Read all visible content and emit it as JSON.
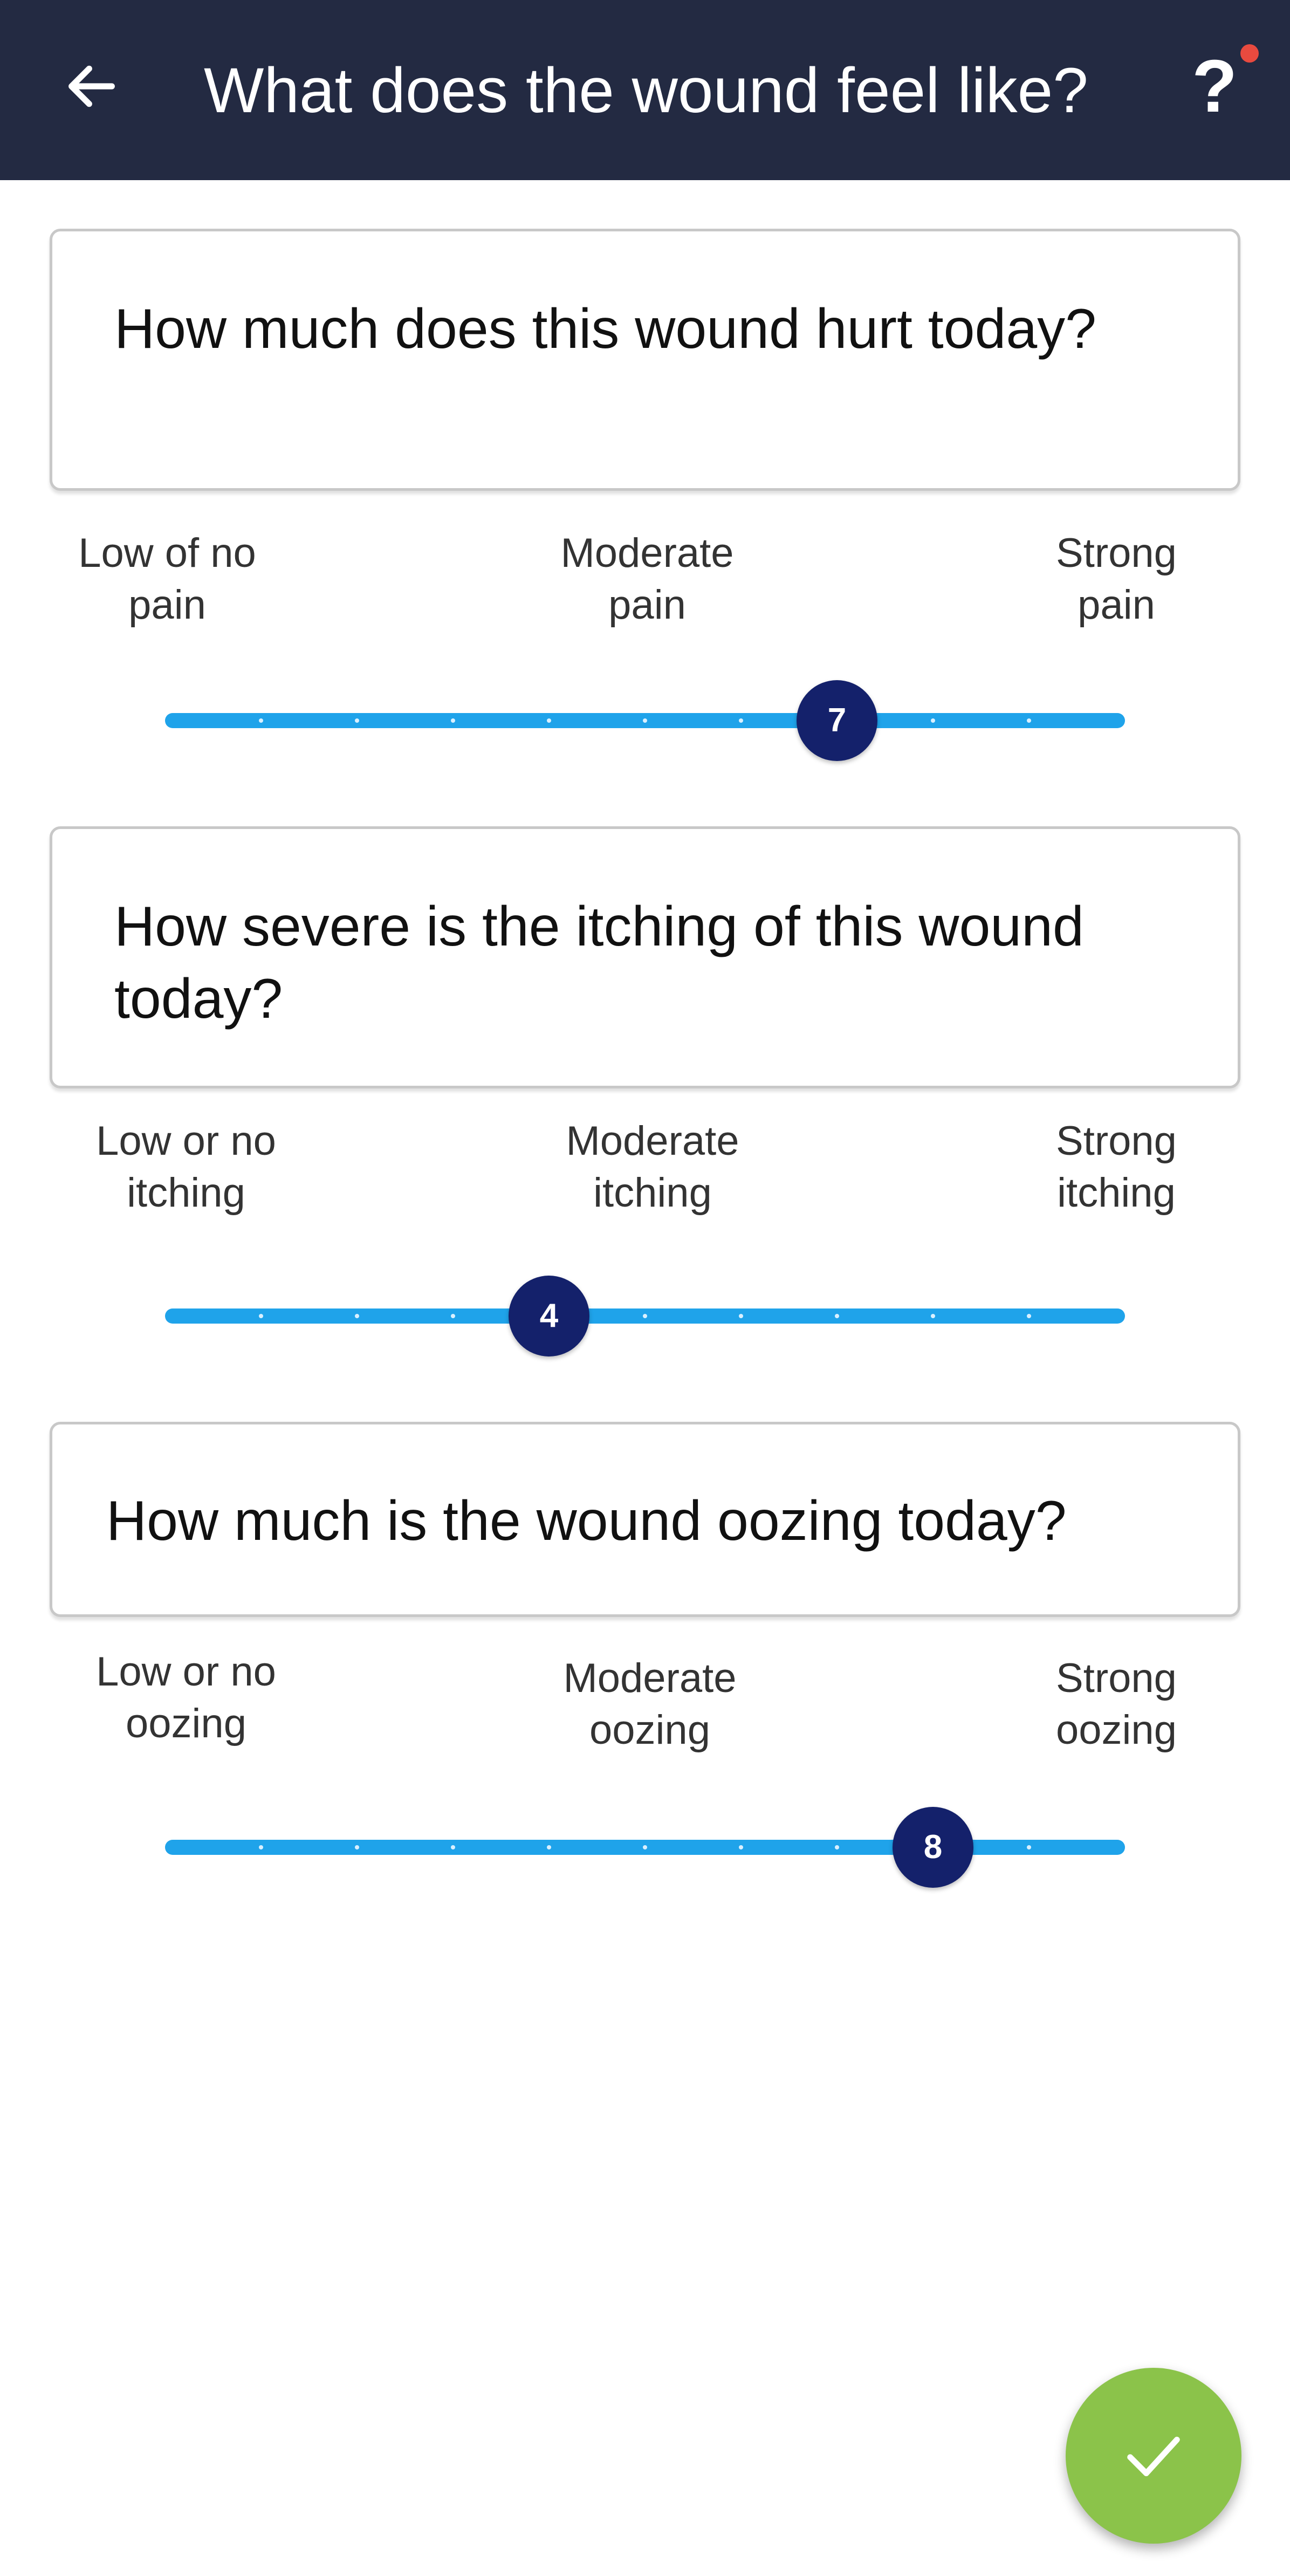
{
  "header": {
    "title": "What does the wound feel like?",
    "back_icon": "arrow-left-icon",
    "help_icon": "question-mark-icon",
    "help_label": "?",
    "notification_dot": true
  },
  "questions": [
    {
      "id": "pain",
      "text": "How much does this wound hurt today?",
      "labels": {
        "low": "Low of no\npain",
        "mid": "Moderate\npain",
        "high": "Strong\npain"
      },
      "slider": {
        "min": 0,
        "max": 10,
        "value": 7,
        "value_label": "7"
      }
    },
    {
      "id": "itching",
      "text": "How severe is the itching of this wound today?",
      "labels": {
        "low": "Low or no\nitching",
        "mid": "Moderate\nitching",
        "high": "Strong\nitching"
      },
      "slider": {
        "min": 0,
        "max": 10,
        "value": 4,
        "value_label": "4"
      }
    },
    {
      "id": "oozing",
      "text": "How much is the wound oozing today?",
      "labels": {
        "low": "Low or no\noozing",
        "mid": "Moderate\noozing",
        "high": "Strong\noozing"
      },
      "slider": {
        "min": 0,
        "max": 10,
        "value": 8,
        "value_label": "8"
      }
    }
  ],
  "fab": {
    "icon": "checkmark-icon"
  },
  "colors": {
    "header_bg": "#232a42",
    "track": "#1fa3ea",
    "thumb": "#14216b",
    "fab": "#8bc34a",
    "notification_dot": "#e84a3f"
  }
}
